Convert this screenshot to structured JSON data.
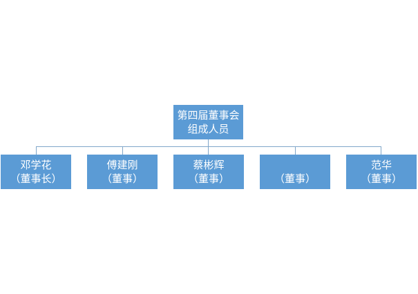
{
  "root": {
    "line1": "第四届董事会",
    "line2": "组成人员"
  },
  "members": [
    {
      "name": "邓学花",
      "role": "（董事长）"
    },
    {
      "name": "傅建刚",
      "role": "（董事）"
    },
    {
      "name": "蔡彬辉",
      "role": "（董事）"
    },
    {
      "name": "",
      "role": "（董事）"
    },
    {
      "name": "范华",
      "role": "（董事）"
    }
  ],
  "colors": {
    "box_fill": "#5b9bd5",
    "text": "#ffffff",
    "connector": "#7fa6c9"
  }
}
